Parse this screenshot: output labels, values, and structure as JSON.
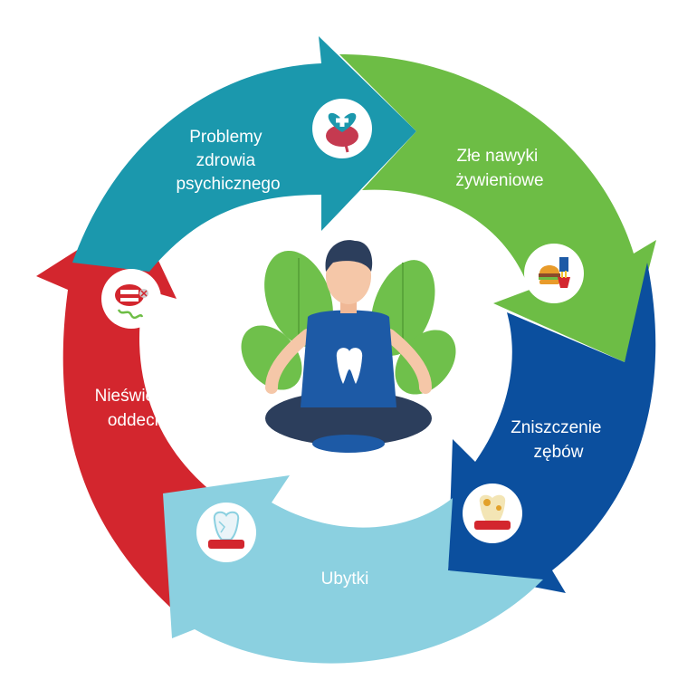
{
  "segments": [
    {
      "id": "mental",
      "lines": [
        "Problemy",
        "zdrowia",
        "psychicznego"
      ],
      "color": "#1b98ad",
      "icon": "brain-heart-icon"
    },
    {
      "id": "diet",
      "lines": [
        "Złe nawyki",
        "żywieniowe"
      ],
      "color": "#6dbd45",
      "icon": "fast-food-icon"
    },
    {
      "id": "damage",
      "lines": [
        "Zniszczenie",
        "zębów"
      ],
      "color": "#0b4f9e",
      "icon": "damaged-tooth-icon"
    },
    {
      "id": "cavity",
      "lines": [
        "Ubytki"
      ],
      "color": "#8bd0e0",
      "icon": "cavity-tooth-icon"
    },
    {
      "id": "breath",
      "lines": [
        "Nieświeży",
        "oddech"
      ],
      "color": "#d3262e",
      "icon": "bad-breath-mouth-icon"
    }
  ],
  "center": {
    "figure": "meditating-man-illustration",
    "shirt_icon": "tooth-icon",
    "shirt_color": "#1d5aa6",
    "leaf_color": "#6fc04b"
  }
}
